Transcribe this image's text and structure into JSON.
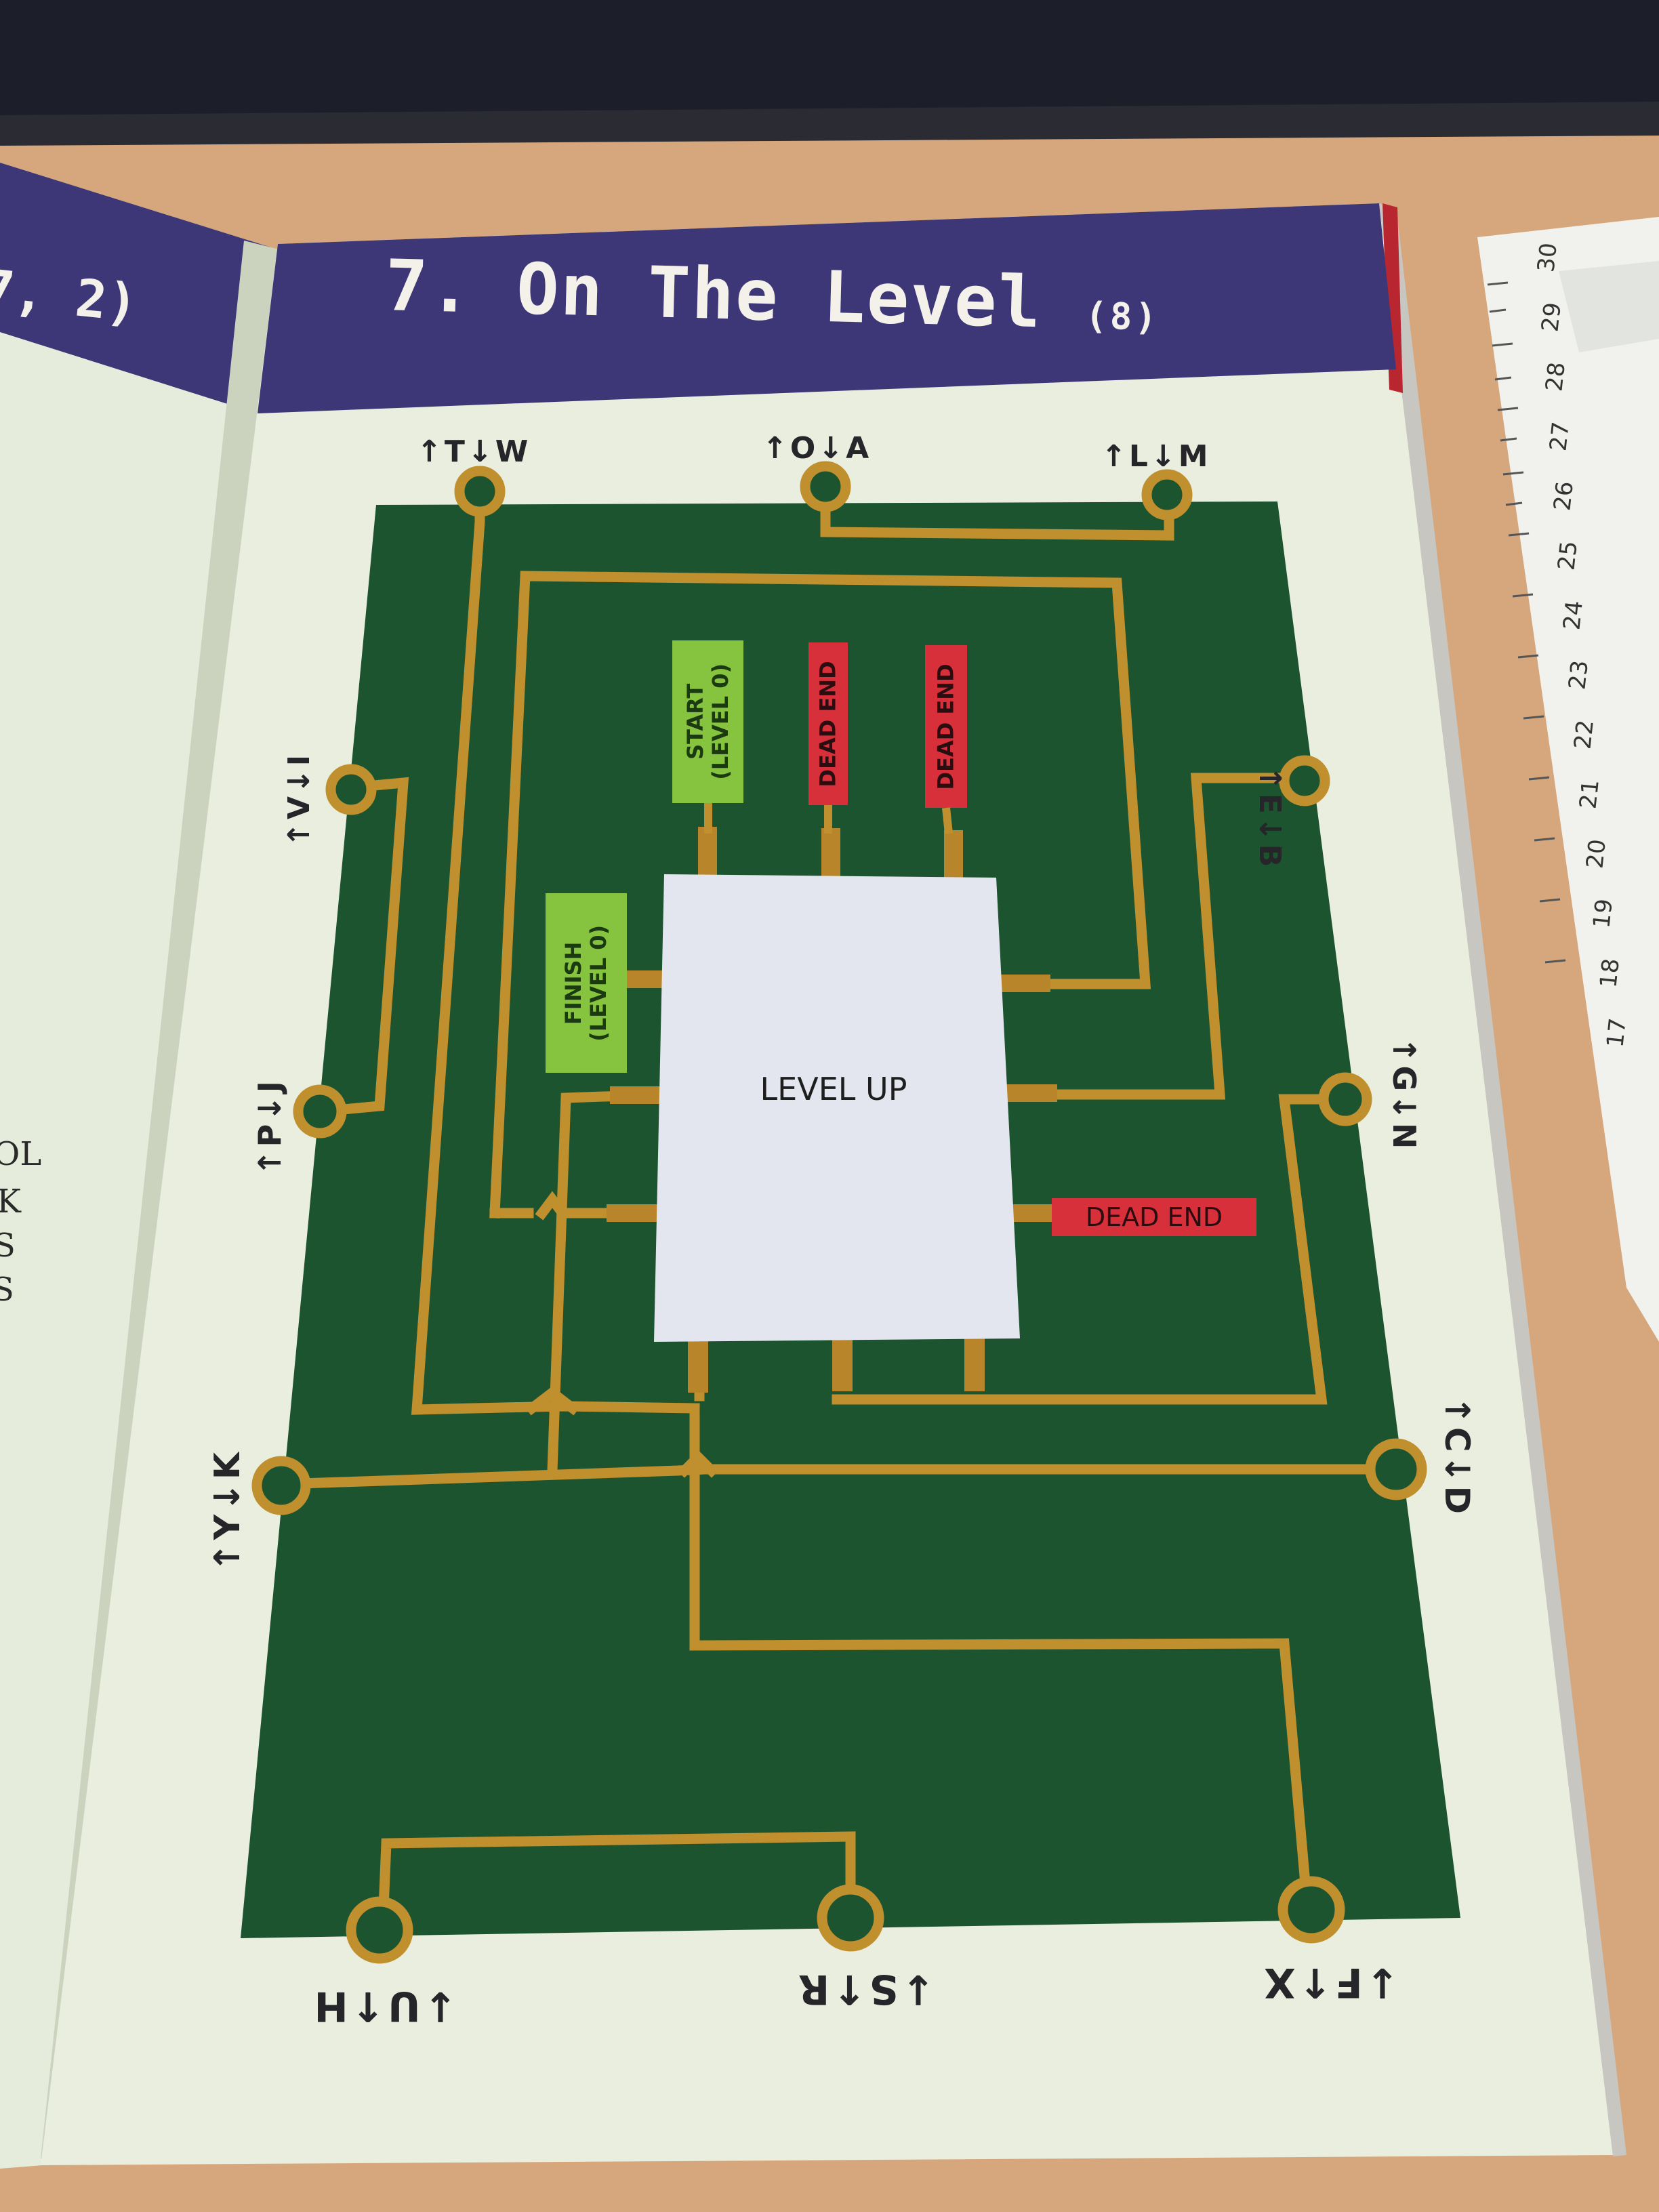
{
  "page": {
    "previous_title": "7, 2)",
    "title": "7. On The Level",
    "title_count": "(8)"
  },
  "center_label": "LEVEL UP",
  "tags": {
    "start": "START\n(LEVEL 0)",
    "finish": "FINISH\n(LEVEL 0)",
    "dead_end_1": "DEAD END",
    "dead_end_2": "DEAD END",
    "dead_end_3": "DEAD END"
  },
  "pins": {
    "t_w": "↑T↓W",
    "o_a": "↑O↓A",
    "l_m": "↑L↓M",
    "e_b": "↑E↓B",
    "g_n": "↑G↓N",
    "c_d": "↑C↓D",
    "f_x": "↓F↑X",
    "s_r": "↓S↑R",
    "u_h": "↓U↑H",
    "y_k": "↑Y↓K",
    "p_j": "↑P↓J",
    "v_i": "↑V↓I"
  },
  "left_page_fragments": [
    "OL",
    "K",
    "S",
    "S"
  ],
  "ruler_numbers": [
    "30",
    "29",
    "28",
    "27",
    "26",
    "25",
    "24",
    "23",
    "22",
    "21",
    "20",
    "19",
    "18",
    "17"
  ],
  "colors": {
    "board": "#1c5430",
    "trace": "#c08f2e",
    "page": "#e9eede",
    "header": "#3d3677",
    "tag_green": "#86c440",
    "tag_red": "#d8303a",
    "chip": "#e3e6ee",
    "desk": "#d6a77c"
  }
}
